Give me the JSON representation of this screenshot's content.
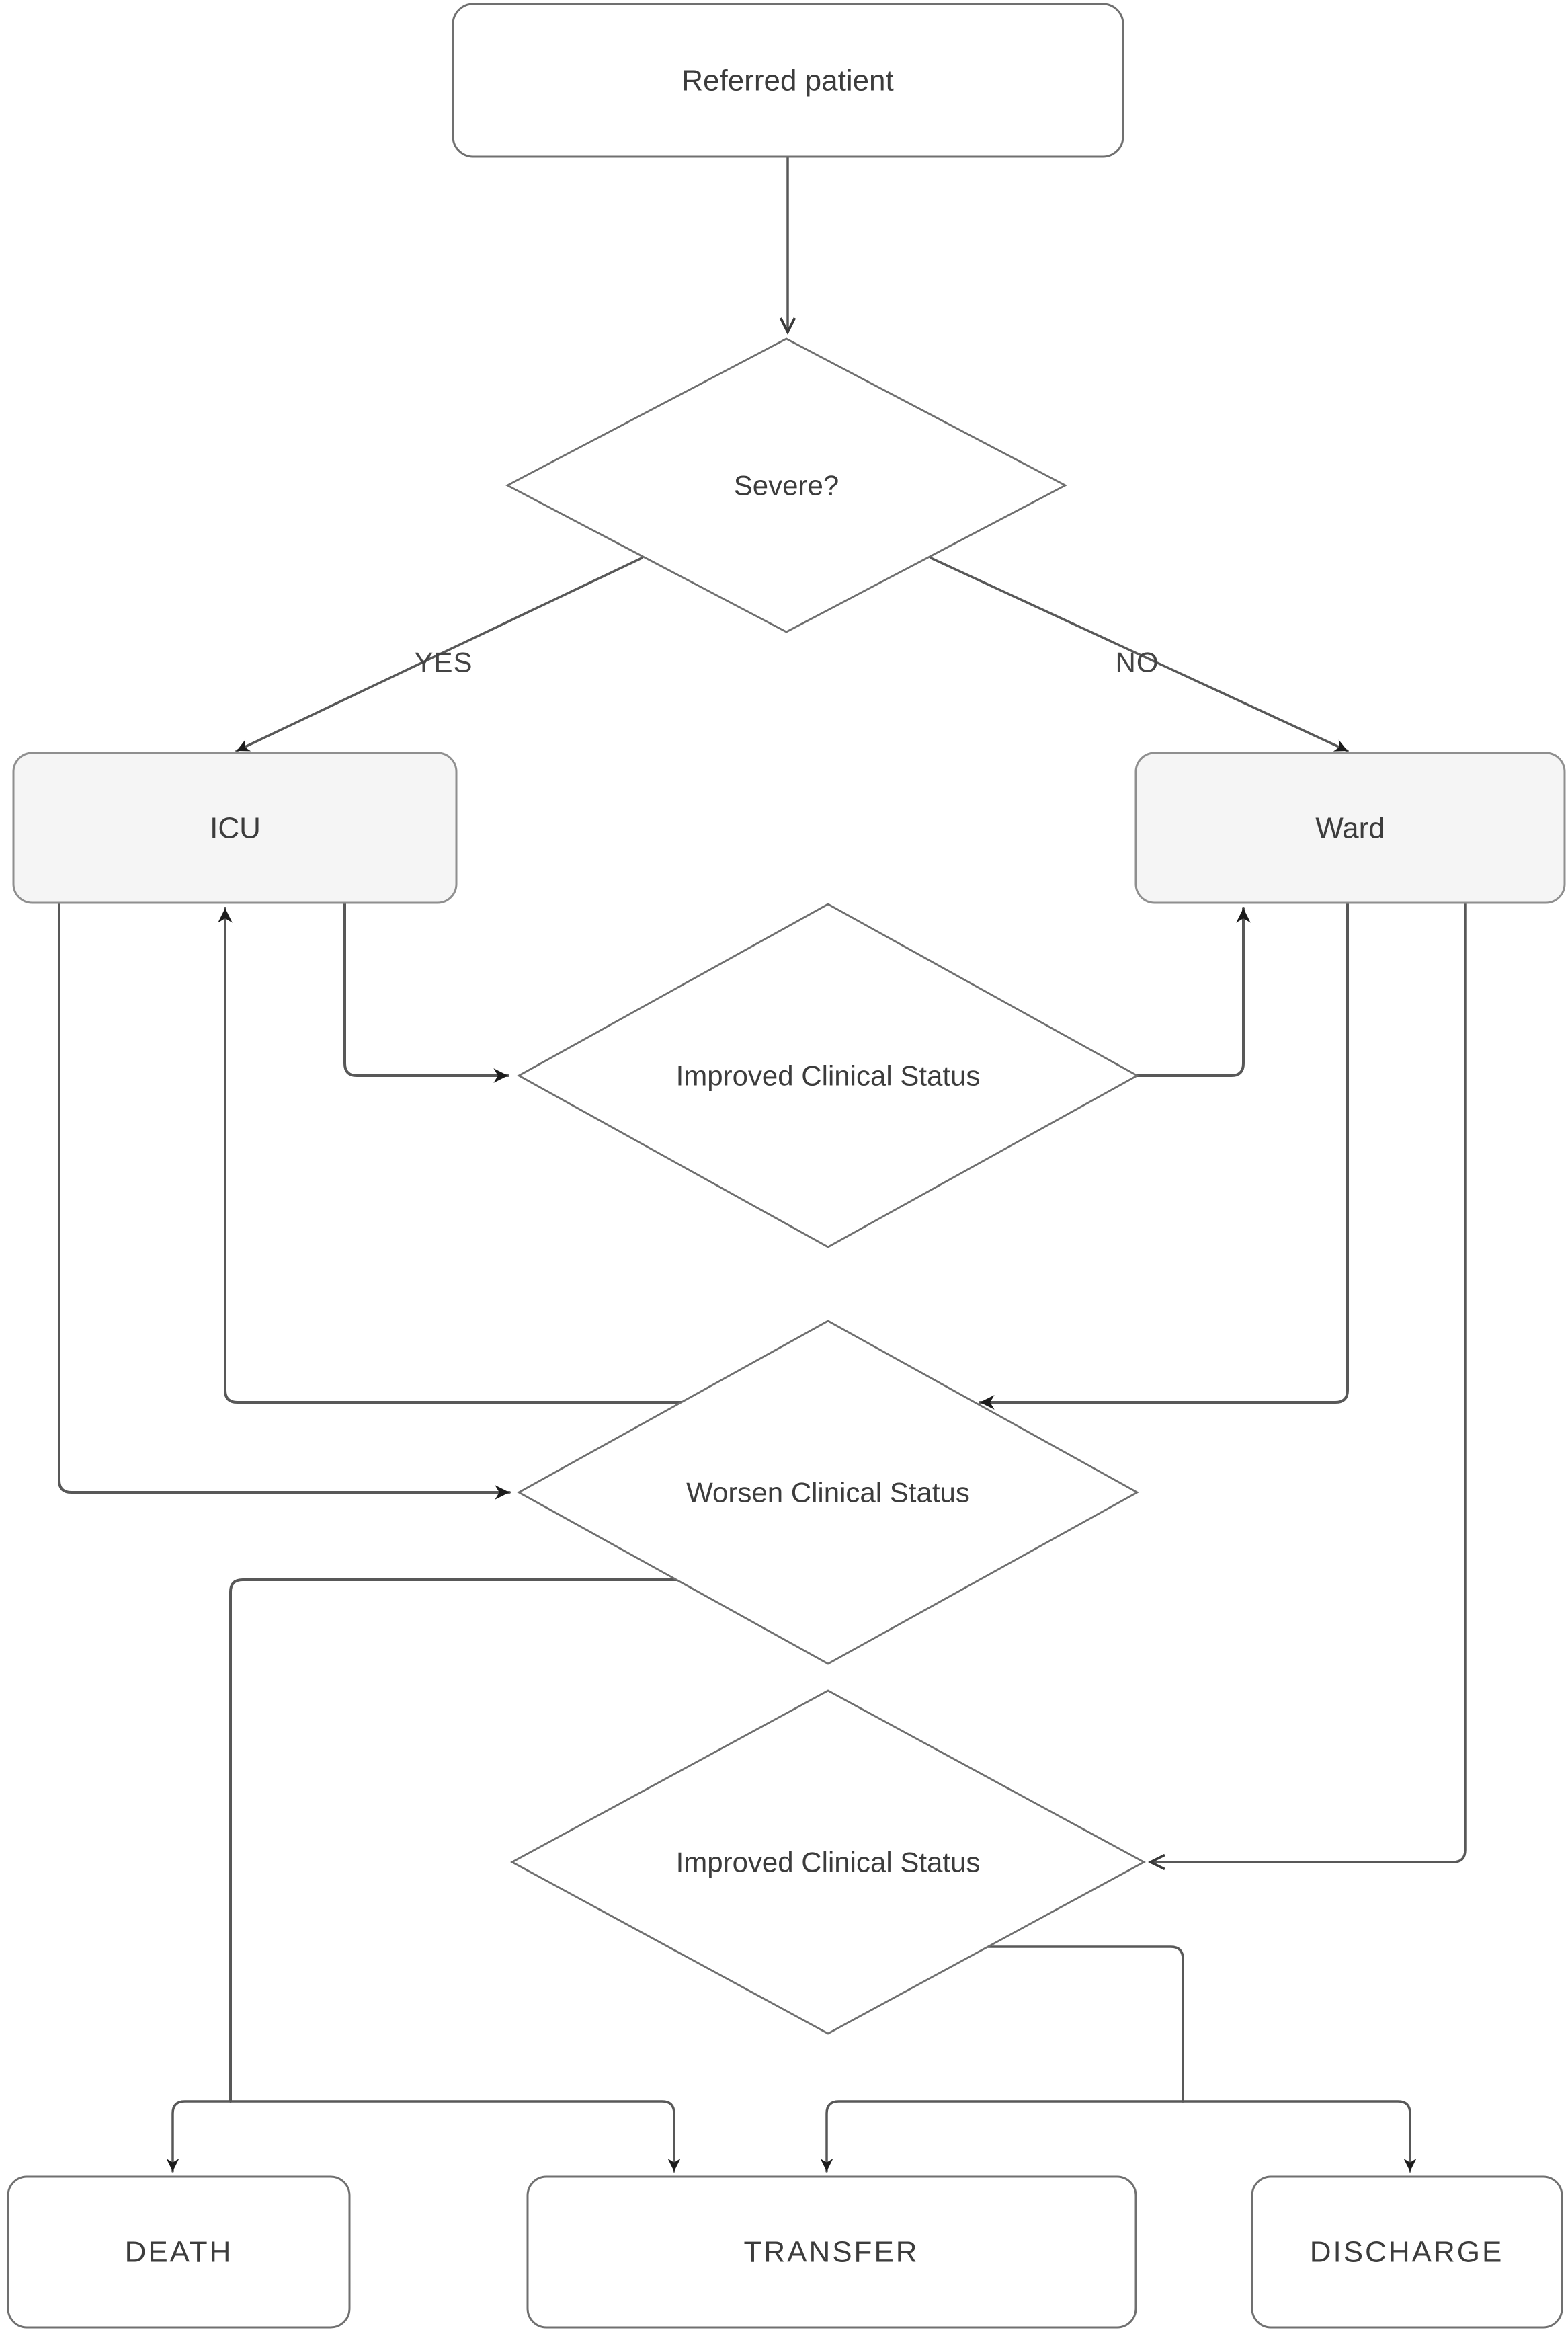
{
  "diagram": {
    "background": "#ffffff",
    "nodes": {
      "start": {
        "label": "Referred patient",
        "fill": "#ffffff"
      },
      "severe": {
        "label": "Severe?",
        "fill": "#ffffff"
      },
      "icu": {
        "label": "ICU",
        "fill": "#f5f5f5"
      },
      "ward": {
        "label": "Ward",
        "fill": "#f5f5f5"
      },
      "improved1": {
        "label": "Improved Clinical Status",
        "fill": "#ffffff"
      },
      "worsen": {
        "label": "Worsen Clinical Status",
        "fill": "#ffffff"
      },
      "improved2": {
        "label": "Improved Clinical Status",
        "fill": "#ffffff"
      },
      "death": {
        "label": "DEATH",
        "fill": "#ffffff"
      },
      "transfer": {
        "label": "TRANSFER",
        "fill": "#ffffff"
      },
      "discharge": {
        "label": "DISCHARGE",
        "fill": "#ffffff"
      }
    },
    "edge_labels": {
      "yes": "YES",
      "no": "NO"
    },
    "colors": {
      "terminal_stroke": "#707070",
      "unit_stroke": "#8f8f8f",
      "decision_stroke": "#6f6f6f",
      "edge": "#585858",
      "arrow": "#1c1c1c",
      "text": "#3c3c3c"
    }
  }
}
